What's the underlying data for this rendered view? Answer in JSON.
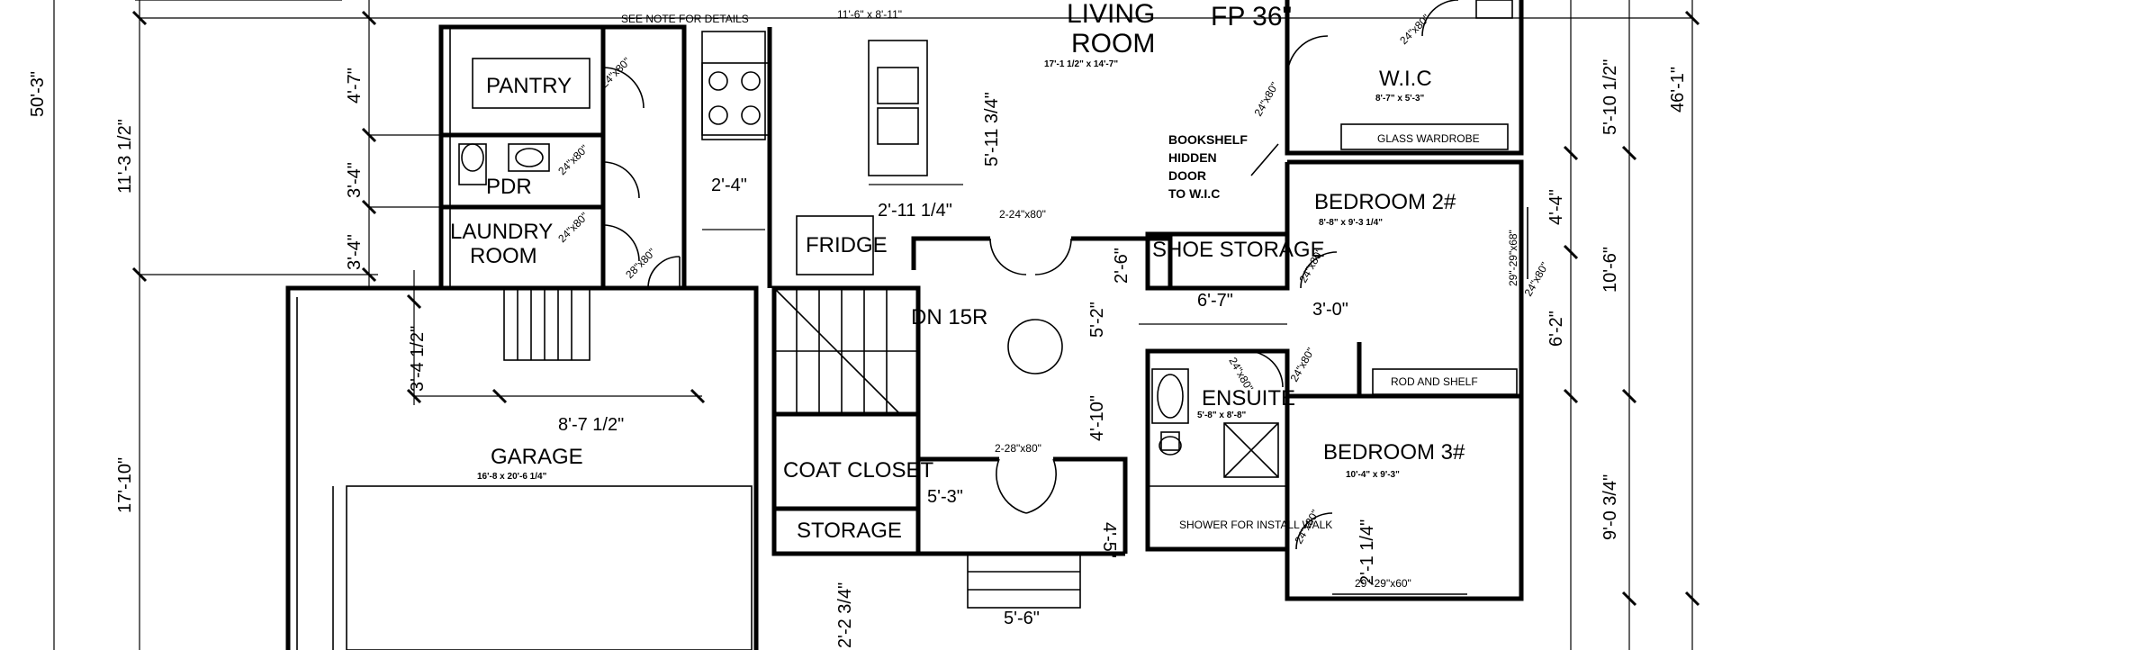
{
  "rooms": {
    "living_room": {
      "name_line1": "LIVING",
      "name_line2": "ROOM",
      "size": "17'-1 1/2\" x 14'-7\""
    },
    "fireplace": "FP 36\"",
    "kitchen_size": "11'-6\" x 8'-11\"",
    "wic": {
      "name": "W.I.C",
      "size": "8'-7\" x 5'-3\""
    },
    "pantry": "PANTRY",
    "pdr": "PDR",
    "laundry": {
      "line1": "LAUNDRY",
      "line2": "ROOM"
    },
    "fridge": "FRIDGE",
    "stairs": "DN 15R",
    "shoe_storage": "SHOE STORAGE",
    "bedroom2": {
      "name": "BEDROOM 2#",
      "size": "8'-8\" x 9'-3 1/4\""
    },
    "bedroom3": {
      "name": "BEDROOM 3#",
      "size": "10'-4\" x 9'-3\""
    },
    "ensuite": {
      "name": "ENSUITE",
      "size": "5'-8\" x 8'-8\""
    },
    "garage": {
      "name": "GARAGE",
      "size": "16'-8 x 20'-6 1/4\""
    },
    "coat_closet": "COAT CLOSET",
    "storage": "STORAGE"
  },
  "notes": {
    "bookshelf_line1": "BOOKSHELF",
    "bookshelf_line2": "HIDDEN",
    "bookshelf_line3": "DOOR",
    "bookshelf_line4": "TO W.I.C",
    "glass_wardrobe": "GLASS WARDROBE",
    "rod_shelf": "ROD AND SHELF",
    "pantry_note": "SEE NOTE FOR DETAILS",
    "ensuite_note": "SHOWER FOR INSTALL WALK"
  },
  "doors": {
    "d1": "24\"x80\"",
    "d2": "24\"x80\"",
    "d3": "24\"x80\"",
    "d4": "28\"x80\"",
    "d5": "24\"x80\"",
    "d6": "24\"x80\"",
    "d7": "24\"x80\"",
    "d8": "24\"x80\"",
    "d9": "24\"x80\"",
    "d10": "24\"x80\"",
    "d11": "24\"x80\"",
    "double1": "2-24\"x80\"",
    "double2": "2-28\"x80\"",
    "win1": "29\"-29\"x68\"",
    "win2": "29\"-29\"x60\""
  },
  "dimensions": {
    "overall_left": "50'-3\"",
    "left_top": "11'-3 1/2\"",
    "left_bottom": "17'-10\"",
    "pantry_h": "4'-7\"",
    "pdr_h": "3'-4\"",
    "laundry_h": "3'-4\"",
    "step_h": "3'-4 1/2\"",
    "garage_w": "8'-7 1/2\"",
    "kitchen_w": "2'-4\"",
    "island_w": "2'-11 1/4\"",
    "island_h": "5'-11 3/4\"",
    "hall_2_6": "2'-6\"",
    "hall_5_2": "5'-2\"",
    "hall_4_10": "4'-10\"",
    "shoe_w": "6'-7\"",
    "closet_3_0": "3'-0\"",
    "entry_5_3": "5'-3\"",
    "entry_4_5": "4'-5\"",
    "porch_5_6": "5'-6\"",
    "porch_2_3_4": "2'-2 3/4\"",
    "br3_2_1_4": "2'-1 1/4\"",
    "right_5_10": "5'-10 1/2\"",
    "right_46_1": "46'-1\"",
    "right_4_4": "4'-4\"",
    "right_10_6": "10'-6\"",
    "right_6_2": "6'-2\"",
    "right_9_0": "9'-0 3/4\""
  }
}
